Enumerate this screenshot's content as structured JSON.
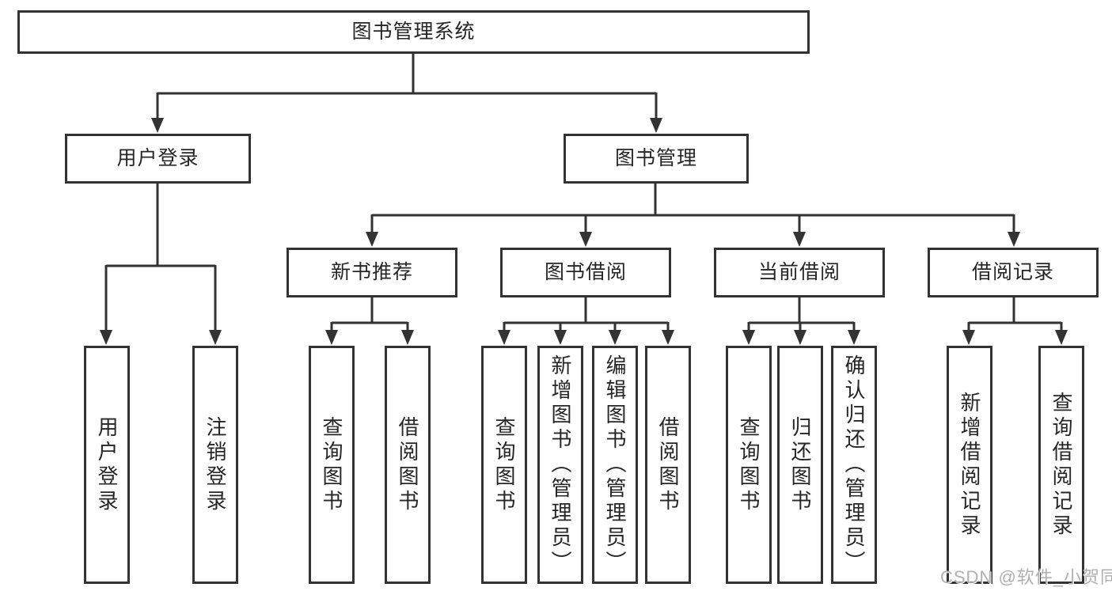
{
  "tree": {
    "label": "图书管理系统",
    "children": [
      {
        "label": "用户登录",
        "children": [
          {
            "label": "用户登录"
          },
          {
            "label": "注销登录"
          }
        ]
      },
      {
        "label": "图书管理",
        "children": [
          {
            "label": "新书推荐",
            "children": [
              {
                "label": "查询图书"
              },
              {
                "label": "借阅图书"
              }
            ]
          },
          {
            "label": "图书借阅",
            "children": [
              {
                "label": "查询图书"
              },
              {
                "label": "新增图书（管理员）"
              },
              {
                "label": "编辑图书（管理员）"
              },
              {
                "label": "借阅图书"
              }
            ]
          },
          {
            "label": "当前借阅",
            "children": [
              {
                "label": "查询图书"
              },
              {
                "label": "归还图书"
              },
              {
                "label": "确认归还（管理员）"
              }
            ]
          },
          {
            "label": "借阅记录",
            "children": [
              {
                "label": "新增借阅记录"
              },
              {
                "label": "查询借阅记录"
              }
            ]
          }
        ]
      }
    ]
  },
  "watermark": {
    "text": "CSDN @软件_小贺同学"
  },
  "colors": {
    "line": "#333333",
    "text": "#262626",
    "background": "#ffffff",
    "watermark": "#b0b0b0"
  }
}
